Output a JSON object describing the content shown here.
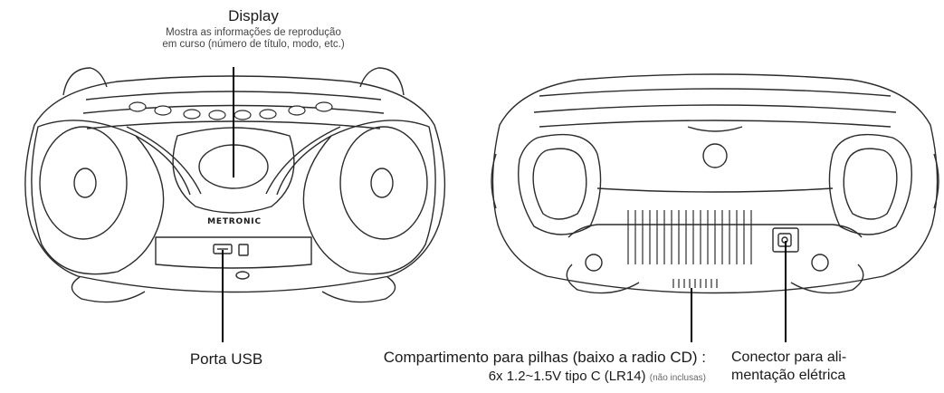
{
  "labels": {
    "display": {
      "title": "Display",
      "description_line1": "Mostra as informações de reprodução",
      "description_line2": "em curso (número de título, modo, etc.)"
    },
    "usb_port": "Porta USB",
    "battery": {
      "line1": "Compartimento para pilhas (baixo a radio CD) :",
      "line2": "6x 1.2~1.5V tipo C (LR14)",
      "line2_note": "(não inclusas)"
    },
    "power": {
      "line1": "Conector para ali-",
      "line2": "mentação elétrica"
    }
  },
  "brand": "METRONIC",
  "icons": {
    "usb": "usb-icon",
    "sd": "sd-card-icon",
    "power_socket": "power-socket-icon"
  },
  "colors": {
    "outline": "#2b2b2b",
    "callout": "#000000",
    "text": "#1a1a1a"
  }
}
